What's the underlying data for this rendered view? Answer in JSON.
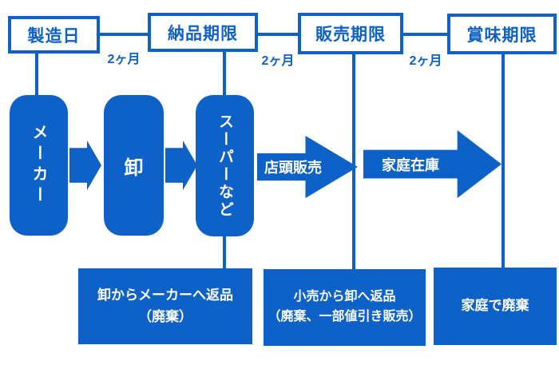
{
  "colors": {
    "blue": "#0d61c7",
    "white": "#ffffff"
  },
  "timeline": {
    "milestones": [
      {
        "label": "製造日"
      },
      {
        "label": "納品期限"
      },
      {
        "label": "販売期限"
      },
      {
        "label": "賞味期限"
      }
    ],
    "intervals": [
      {
        "label": "2ヶ月"
      },
      {
        "label": "2ヶ月"
      },
      {
        "label": "2ヶ月"
      }
    ]
  },
  "flow": {
    "nodes": [
      {
        "label": "メーカー"
      },
      {
        "label": "卸"
      },
      {
        "label": "スーパーなど"
      }
    ],
    "labeled_arrows": [
      {
        "label": "店頭販売"
      },
      {
        "label": "家庭在庫"
      }
    ]
  },
  "outcomes": [
    {
      "line1": "卸からメーカーへ返品",
      "line2": "（廃棄）"
    },
    {
      "line1": "小売から卸へ返品",
      "line2": "（廃棄、一部値引き販売）"
    },
    {
      "line1": "家庭で廃棄",
      "line2": ""
    }
  ]
}
